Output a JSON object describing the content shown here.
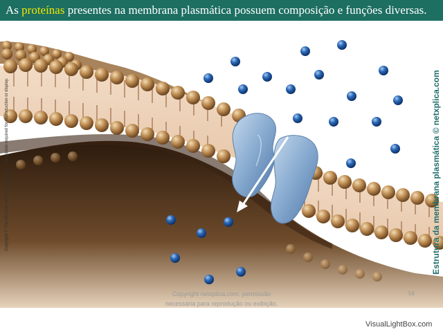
{
  "header": {
    "prefix": "As ",
    "highlight": "proteínas",
    "suffix": " presentes na membrana plasmática possuem composição e funções diversas.",
    "bg_color": "#1d6f62",
    "highlight_color": "#f2e600"
  },
  "side_text": {
    "left_copyright": "Copyright © The McGraw-Hill Companies, Inc. Permission required for reproduction or display.",
    "right_credit": "Estrutura da membrana plasmática © netxplica.com"
  },
  "footer": {
    "line1": "Copyright netxplica.com: permissão",
    "line2": "necessária para reprodução ou exibição.",
    "page_number": "58"
  },
  "watermark": "VisualLightBox.com",
  "colors": {
    "molecule_blue": "#1d58a6",
    "protein_blue": "#8fb0d2",
    "lipid_head": "#b6874e"
  }
}
